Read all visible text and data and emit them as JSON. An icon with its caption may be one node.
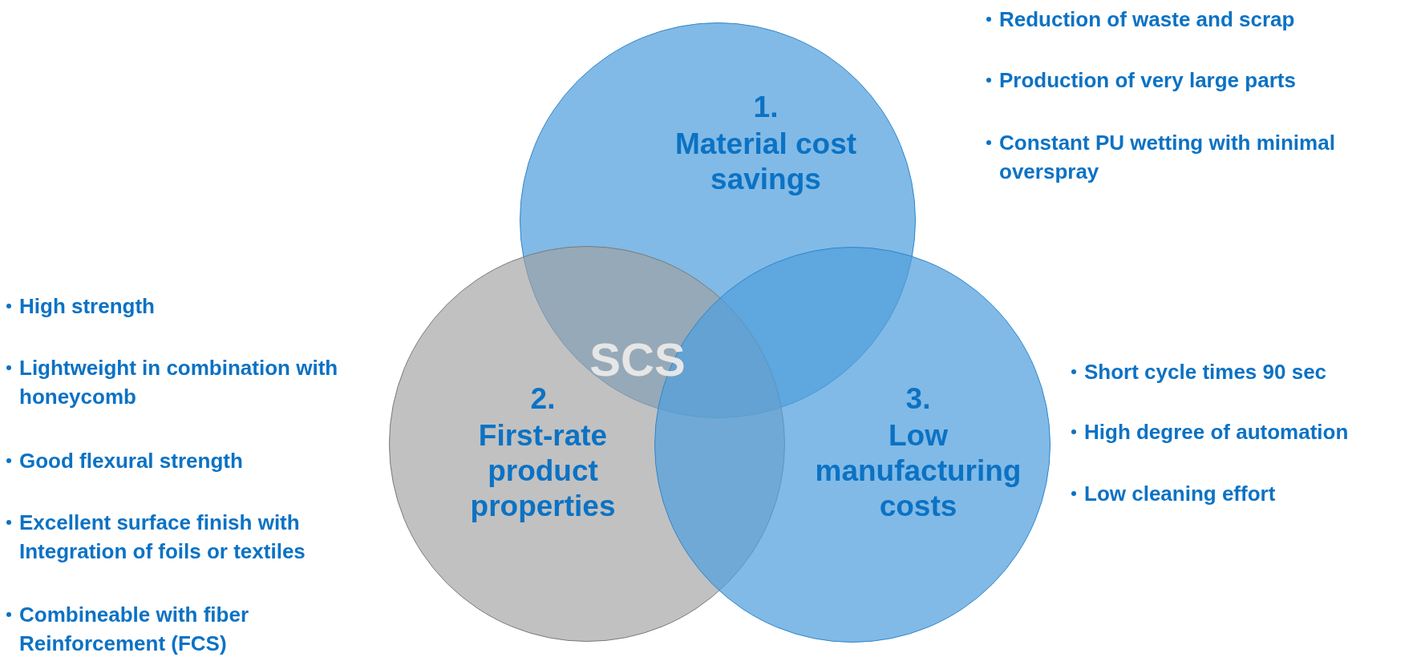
{
  "diagram": {
    "nodes": [
      {
        "text": [
          "1.",
          "Material cost savings"
        ],
        "beside": [
          "Reduction of waste and scrap",
          "Production of very large parts",
          "Constant PU wetting with minimal overspray"
        ]
      },
      {
        "text": [
          "2.",
          "First-rate product properties"
        ],
        "beside": [
          "High strength",
          "Lightweight in combination with honeycomb",
          "Good flexural strength",
          "Excellent surface finish with Integration of foils or textiles",
          "Combineable with fiber Reinforcement (FCS)"
        ]
      },
      {
        "text": [
          "3.",
          "Low manufacturing costs"
        ],
        "beside": [
          "Short cycle times 90 sec",
          "High degree of automation",
          "Low cleaning effort"
        ]
      }
    ],
    "labels": [
      "SCS"
    ]
  }
}
